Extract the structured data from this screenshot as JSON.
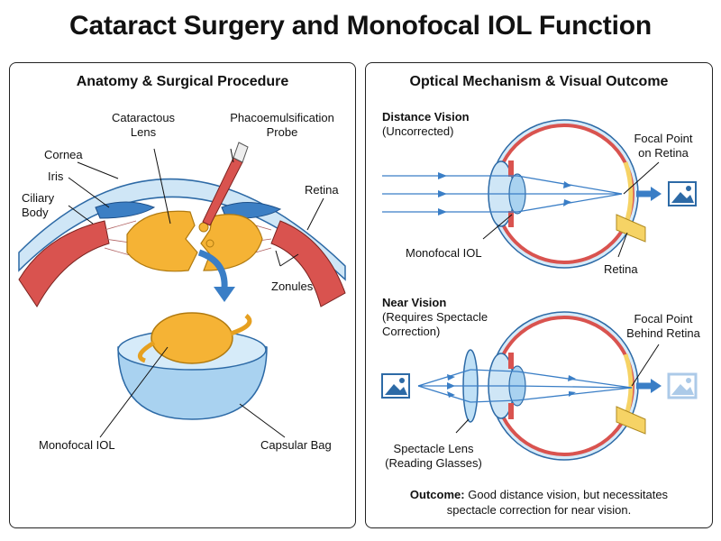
{
  "title": "Cataract Surgery and Monofocal IOL Function",
  "left_panel": {
    "title": "Anatomy & Surgical Procedure",
    "labels": {
      "cataractous_lens_1": "Cataractous",
      "cataractous_lens_2": "Lens",
      "probe_1": "Phacoemulsification",
      "probe_2": "Probe",
      "cornea": "Cornea",
      "iris": "Iris",
      "ciliary_1": "Ciliary",
      "ciliary_2": "Body",
      "retina": "Retina",
      "zonules": "Zonules",
      "monofocal_iol": "Monofocal IOL",
      "capsular_bag": "Capsular Bag"
    }
  },
  "right_panel": {
    "title": "Optical Mechanism & Visual Outcome",
    "distance": {
      "heading": "Distance Vision",
      "sub": "(Uncorrected)",
      "focal_1": "Focal Point",
      "focal_2": "on Retina",
      "iol": "Monofocal IOL",
      "retina": "Retina"
    },
    "near": {
      "heading": "Near Vision",
      "sub_1": "(Requires Spectacle",
      "sub_2": "Correction)",
      "focal_1": "Focal Point",
      "focal_2": "Behind Retina",
      "lens_1": "Spectacle Lens",
      "lens_2": "(Reading Glasses)"
    },
    "outcome_label": "Outcome:",
    "outcome_text_1": " Good distance vision, but necessitates",
    "outcome_text_2": "spectacle correction for near vision."
  },
  "colors": {
    "cornea": "#c9e4f5",
    "sclera_red": "#d9534f",
    "iris_blue": "#3c7fc4",
    "lens_orange": "#f5b335",
    "retina_yellow": "#f6d365",
    "arrow_blue": "#3a7ec6"
  }
}
